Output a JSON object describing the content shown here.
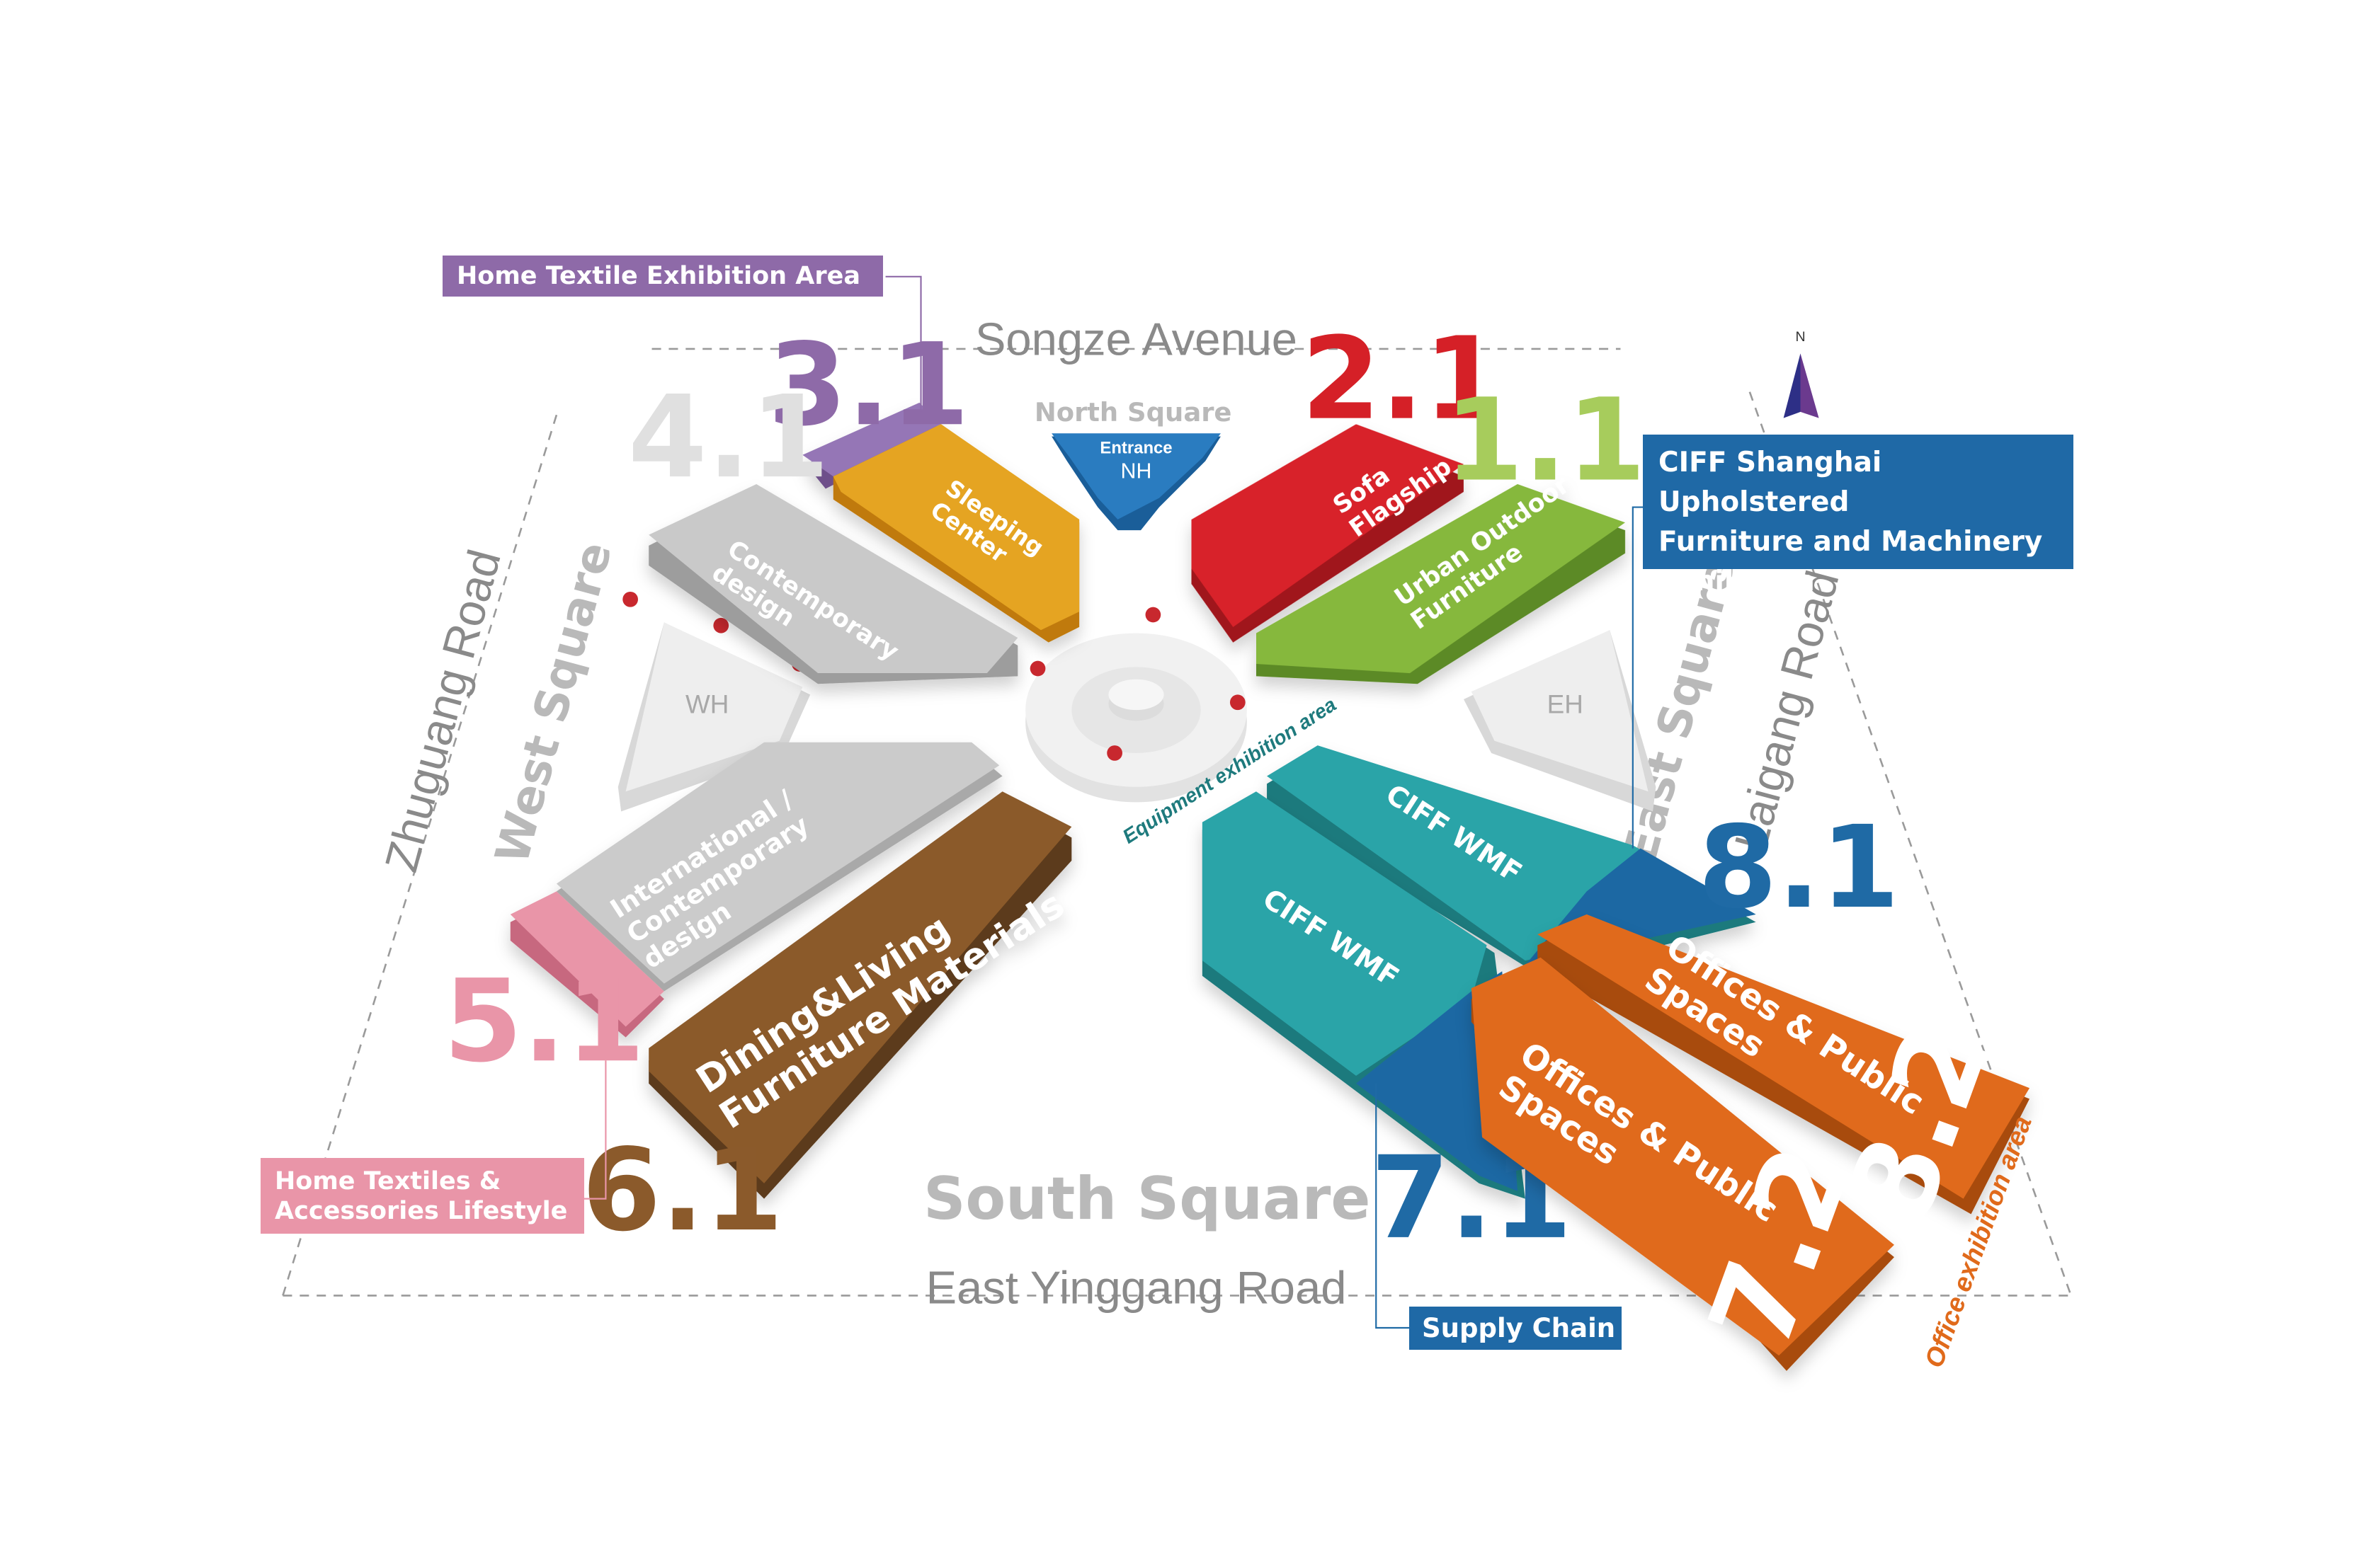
{
  "roads": {
    "north": "Songze Avenue",
    "south": "East Yinggang Road",
    "west": "Zhuguang Road",
    "east": "Laigang Road"
  },
  "squares": {
    "north": "North Square",
    "south": "South Square",
    "west": "West Square",
    "east": "East Square"
  },
  "entrances": {
    "north_entrance": "Entrance",
    "north": "NH",
    "west": "WH",
    "east": "EH"
  },
  "compass": {
    "label": "N"
  },
  "areas": {
    "equipment": "Equipment exhibition area",
    "office": "Office exhibition area"
  },
  "halls": {
    "h3_1": {
      "number": "3.1",
      "label": "Sleeping\nCenter"
    },
    "h4_1": {
      "number": "4.1",
      "label": "Contemporary\ndesign"
    },
    "h2_1": {
      "number": "2.1",
      "label": "Sofa\nFlagship"
    },
    "h1_1": {
      "number": "1.1",
      "label": "Urban Outdoor\nFurniture"
    },
    "h5_1": {
      "number": "5.1",
      "label": "International /\nContemporary\ndesign"
    },
    "h6_1": {
      "number": "6.1",
      "label": "Dining&Living\nFurniture Materials"
    },
    "h8_1": {
      "number": "8.1",
      "label": "CIFF WMF"
    },
    "h7_1": {
      "number": "7.1",
      "label": "CIFF WMF"
    },
    "h8_2": {
      "number": "8.2",
      "label": "Offices & Public\nSpaces"
    },
    "h7_2": {
      "number": "7.2",
      "label": "Offices & Public\nSpaces"
    }
  },
  "callouts": {
    "home_textile": "Home Textile Exhibition Area",
    "home_textiles_lifestyle": "Home Textiles &\nAccessories Lifestyle",
    "ciff_shanghai": "CIFF Shanghai Upholstered\nFurniture and Machinery\nExhibition",
    "supply_chain": "Supply Chain"
  },
  "colors": {
    "purple": "#8e6aa8",
    "orange": "#e3a21f",
    "grey": "#c4c4c4",
    "red": "#d52027",
    "green": "#84b53c",
    "pink": "#e995a8",
    "brown": "#8b5a2b",
    "teal": "#2aa3a7",
    "navy": "#1f6aa5",
    "deep_orange": "#e06a1b",
    "blue_callout": "#1f69a6"
  }
}
